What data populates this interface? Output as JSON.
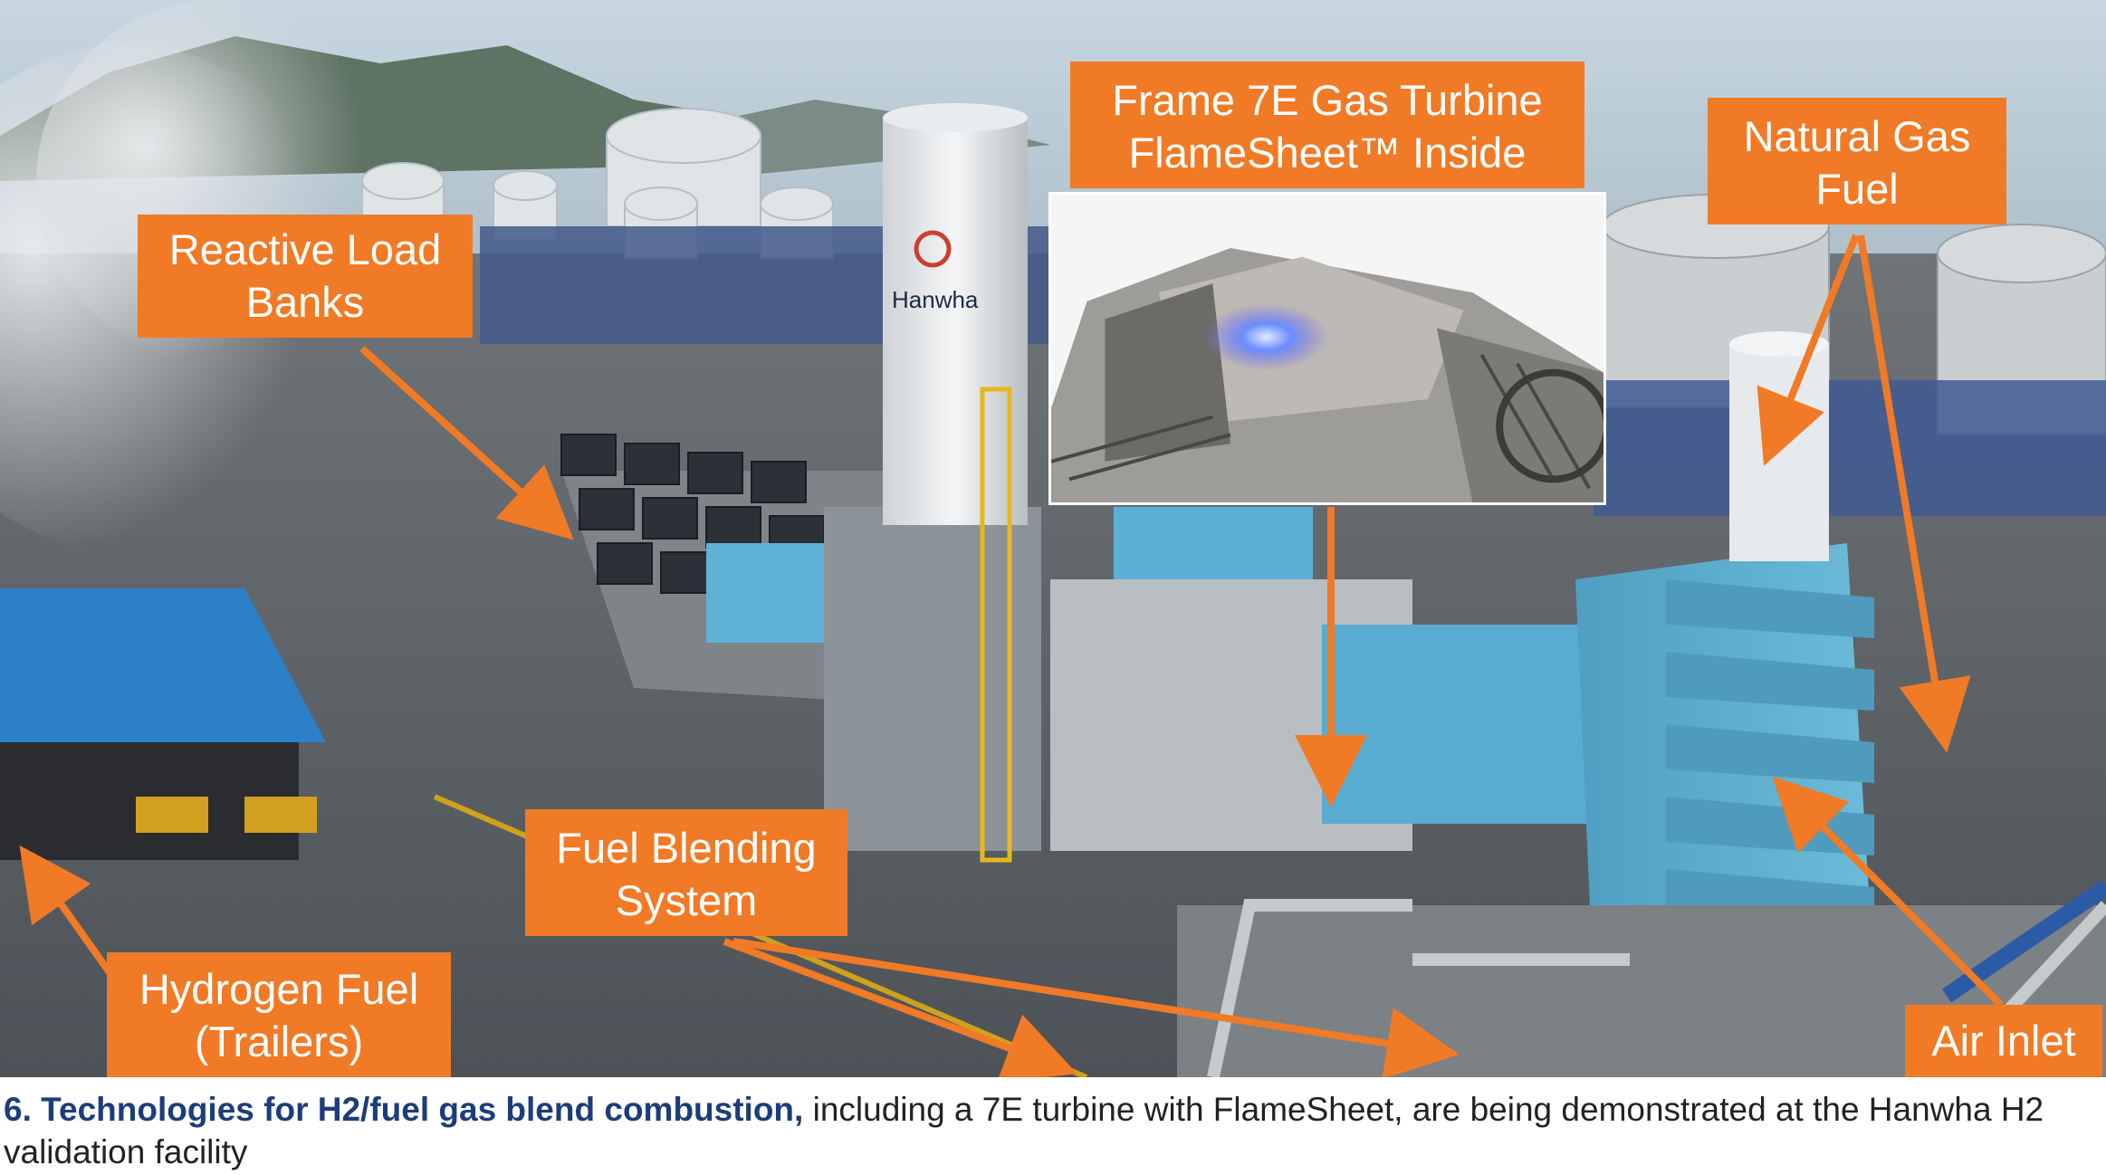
{
  "photo": {
    "sign_text": "Hanwha"
  },
  "callouts": {
    "reactive_load_banks": [
      "Reactive Load",
      "Banks"
    ],
    "frame_7e": [
      "Frame 7E Gas Turbine",
      "FlameSheet™ Inside"
    ],
    "natural_gas_fuel": [
      "Natural Gas",
      "Fuel"
    ],
    "fuel_blending": [
      "Fuel Blending",
      "System"
    ],
    "hydrogen_fuel": [
      "Hydrogen Fuel",
      "(Trailers)"
    ],
    "air_inlet": [
      "Air Inlet"
    ]
  },
  "caption": {
    "bold": "6. Technologies for H2/fuel gas blend combustion,",
    "rest": " including a 7E turbine with FlameSheet, are being demonstrated at the Hanwha H2 validation facility"
  },
  "colors": {
    "callout_bg": "#f07a26",
    "callout_text": "#ffffff",
    "caption_bold": "#1d3d7a",
    "arrow": "#f07a26"
  }
}
